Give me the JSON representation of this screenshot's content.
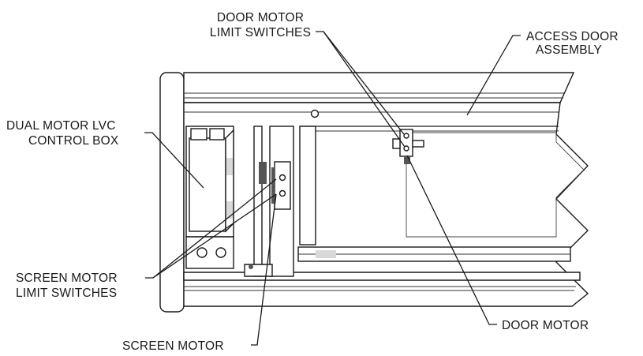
{
  "labels": {
    "door_motor_limit_switches": [
      "DOOR MOTOR",
      "LIMIT SWITCHES"
    ],
    "access_door_assembly": [
      "ACCESS DOOR",
      "ASSEMBLY"
    ],
    "dual_motor_lvc_control_box": [
      "DUAL MOTOR LVC",
      "CONTROL BOX"
    ],
    "screen_motor_limit_switches": [
      "SCREEN MOTOR",
      "LIMIT SWITCHES"
    ],
    "screen_motor": "SCREEN MOTOR",
    "door_motor": "DOOR MOTOR"
  }
}
